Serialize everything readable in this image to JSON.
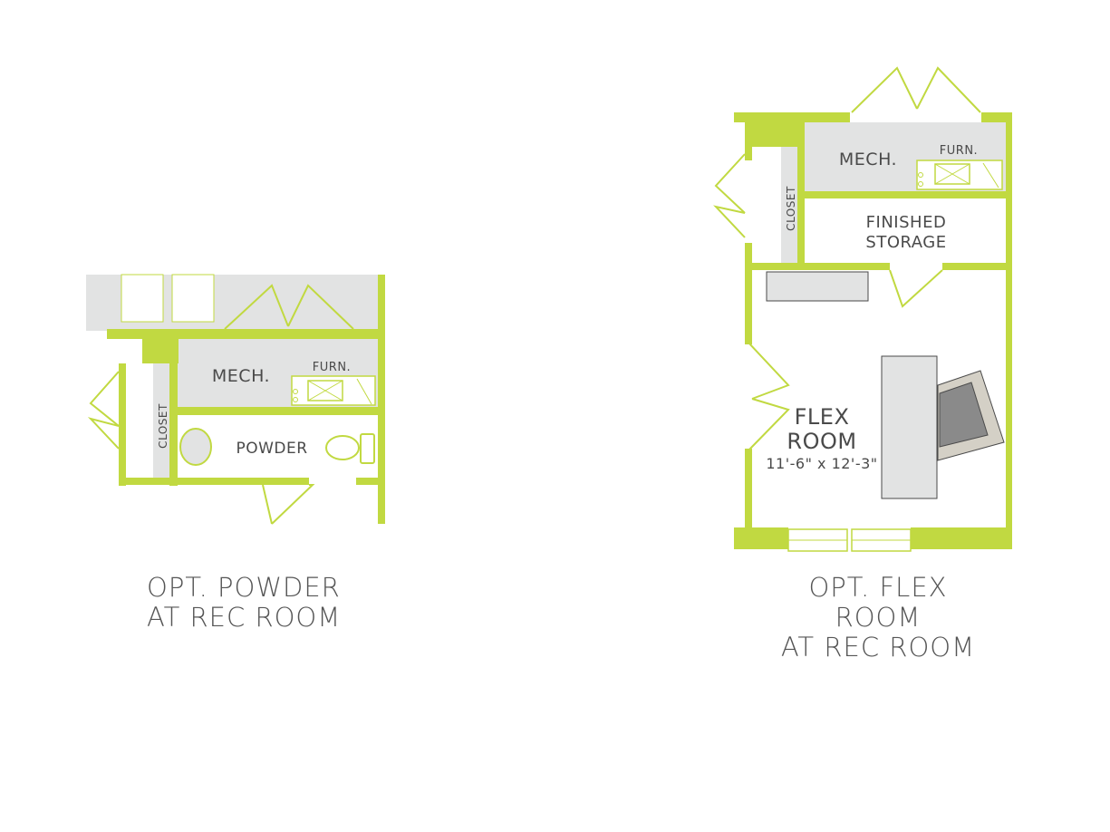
{
  "colors": {
    "wall": "#c1d941",
    "fill": "#e2e3e3",
    "text": "#4a4a4a",
    "caption": "#555555"
  },
  "plan_left": {
    "caption_line1": "OPT. POWDER",
    "caption_line2": "AT REC ROOM",
    "labels": {
      "mech": "MECH.",
      "furn": "FURN.",
      "closet": "CLOSET",
      "powder": "POWDER"
    }
  },
  "plan_right": {
    "caption_line1": "OPT. FLEX ROOM",
    "caption_line2": "AT REC ROOM",
    "labels": {
      "mech": "MECH.",
      "furn": "FURN.",
      "closet": "CLOSET",
      "storage_line1": "FINISHED",
      "storage_line2": "STORAGE",
      "flex_line1": "FLEX",
      "flex_line2": "ROOM",
      "flex_dims": "11'-6\" x 12'-3\""
    }
  }
}
